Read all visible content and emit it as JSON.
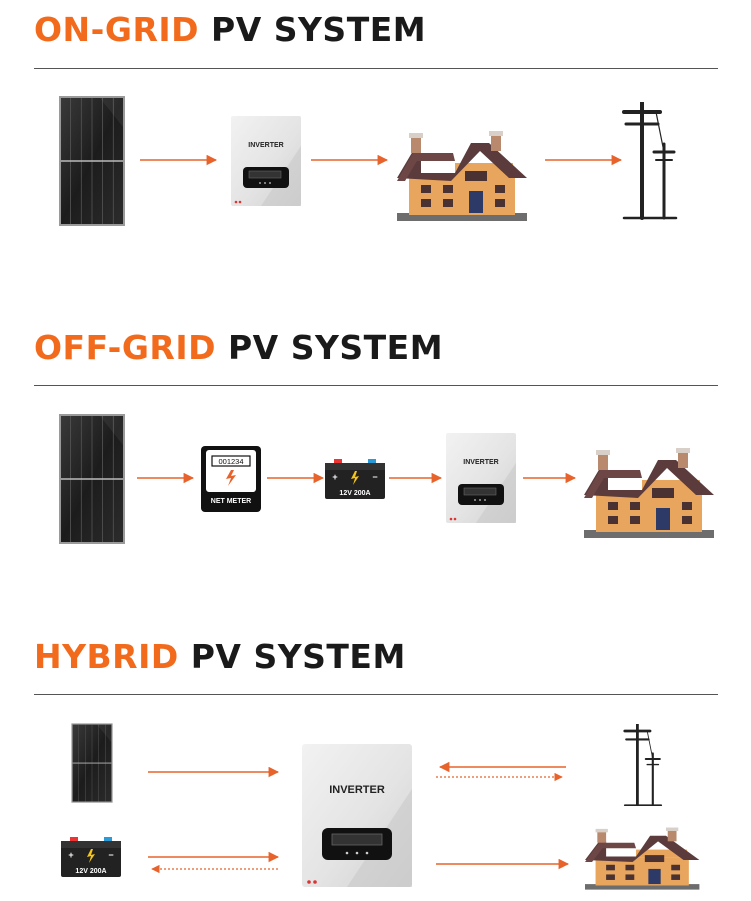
{
  "sections": {
    "on_grid": {
      "accent": "ON-GRID",
      "rest": "PV SYSTEM"
    },
    "off_grid": {
      "accent": "OFF-GRID",
      "rest": "PV SYSTEM"
    },
    "hybrid": {
      "accent": "HYBRID",
      "rest": "PV SYSTEM"
    }
  },
  "labels": {
    "inverter": "INVERTER",
    "net_meter": "NET METER",
    "meter_digits": "001234",
    "battery": "12V 200A",
    "battery_plus": "+",
    "battery_minus": "−"
  },
  "colors": {
    "accent": "#f26b1d",
    "text": "#1a1a1a",
    "arrow": "#e8632b"
  },
  "icons": [
    "solar-panel-icon",
    "inverter-icon",
    "house-icon",
    "power-pole-icon",
    "net-meter-icon",
    "battery-icon",
    "arrow-right-icon",
    "arrow-left-icon"
  ]
}
